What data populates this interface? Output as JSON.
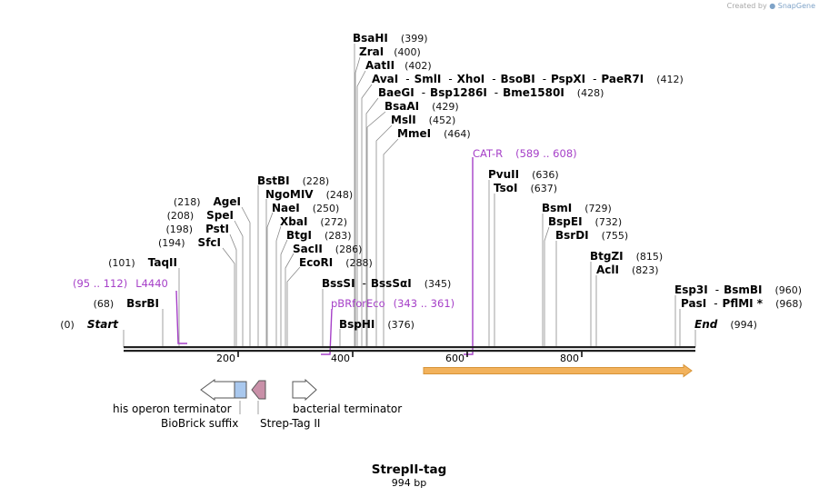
{
  "credit": {
    "prefix": "Created by",
    "brand": "SnapGene"
  },
  "title": "StrepII-tag",
  "length_label": "994 bp",
  "ends": {
    "start": {
      "pos": "(0)",
      "label": "Start"
    },
    "end": {
      "label": "End",
      "pos": "(994)"
    }
  },
  "ticks": [
    "200",
    "400",
    "600",
    "800"
  ],
  "enzymes": [
    {
      "name": "BsaHI",
      "pos": "(399)"
    },
    {
      "name": "ZraI",
      "pos": "(400)"
    },
    {
      "name": "AatII",
      "pos": "(402)"
    },
    {
      "name": "AvaI",
      "pos": "(412)"
    },
    {
      "name": "SmlI",
      "pos": ""
    },
    {
      "name": "XhoI",
      "pos": ""
    },
    {
      "name": "BsoBI",
      "pos": ""
    },
    {
      "name": "PspXI",
      "pos": ""
    },
    {
      "name": "PaeR7I",
      "pos": ""
    },
    {
      "name": "BaeGI",
      "pos": "(428)"
    },
    {
      "name": "Bsp1286I",
      "pos": ""
    },
    {
      "name": "Bme1580I",
      "pos": ""
    },
    {
      "name": "BsaAI",
      "pos": "(429)"
    },
    {
      "name": "MslI",
      "pos": "(452)"
    },
    {
      "name": "MmeI",
      "pos": "(464)"
    },
    {
      "name": "BstBI",
      "pos": "(228)"
    },
    {
      "name": "NgoMIV",
      "pos": "(248)"
    },
    {
      "name": "NaeI",
      "pos": "(250)"
    },
    {
      "name": "XbaI",
      "pos": "(272)"
    },
    {
      "name": "BtgI",
      "pos": "(283)"
    },
    {
      "name": "SacII",
      "pos": "(286)"
    },
    {
      "name": "EcoRI",
      "pos": "(288)"
    },
    {
      "name": "AgeI",
      "pos": "(218)"
    },
    {
      "name": "SpeI",
      "pos": "(208)"
    },
    {
      "name": "PstI",
      "pos": "(198)"
    },
    {
      "name": "SfcI",
      "pos": "(194)"
    },
    {
      "name": "TaqII",
      "pos": "(101)"
    },
    {
      "name": "BsrBI",
      "pos": "(68)"
    },
    {
      "name": "BssSI",
      "pos": "(345)"
    },
    {
      "name": "BssSαI",
      "pos": ""
    },
    {
      "name": "BspHI",
      "pos": "(376)"
    },
    {
      "name": "PvuII",
      "pos": "(636)"
    },
    {
      "name": "TsoI",
      "pos": "(637)"
    },
    {
      "name": "BsmI",
      "pos": "(729)"
    },
    {
      "name": "BspEI",
      "pos": "(732)"
    },
    {
      "name": "BsrDI",
      "pos": "(755)"
    },
    {
      "name": "BtgZI",
      "pos": "(815)"
    },
    {
      "name": "AclI",
      "pos": "(823)"
    },
    {
      "name": "Esp3I",
      "pos": "(960)"
    },
    {
      "name": "BsmBI",
      "pos": ""
    },
    {
      "name": "PasI",
      "pos": "(968)"
    },
    {
      "name": "PflMI *",
      "pos": ""
    }
  ],
  "primers": [
    {
      "name": "L4440",
      "range": "(95 .. 112)",
      "color": "#a640c8"
    },
    {
      "name": "pBRforEco",
      "range": "(343 .. 361)",
      "color": "#a640c8"
    },
    {
      "name": "CAT-R",
      "range": "(589 .. 608)",
      "color": "#a640c8"
    }
  ],
  "features": [
    {
      "name": "his operon terminator",
      "shape": "arrow-left",
      "color": "#ffffff"
    },
    {
      "name": "BioBrick suffix",
      "shape": "box",
      "color": "#a9c8ee"
    },
    {
      "name": "Strep-Tag II",
      "shape": "arrow-left",
      "color": "#c990a8"
    },
    {
      "name": "bacterial terminator",
      "shape": "arrow-right",
      "color": "#ffffff"
    },
    {
      "name": "",
      "shape": "orf-arrow",
      "color": "#f2b25c"
    }
  ]
}
